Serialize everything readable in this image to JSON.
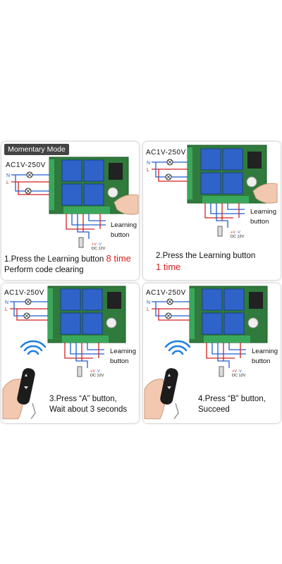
{
  "mode_badge": "Momentary Mode",
  "voltage_label": "AC1V-250V",
  "neutral_label": "N",
  "live_label": "L",
  "learning_button_line1": "Learning",
  "learning_button_line2": "button",
  "power_plus": "+V",
  "power_minus": "-V",
  "power_dc": "DC 12V",
  "steps": [
    {
      "line1_prefix": "1.Press the Learning button ",
      "line1_highlight": "8 time",
      "line2": "Perform code clearing"
    },
    {
      "line1": "2.Press the Learning button",
      "line2_highlight": "1 time"
    },
    {
      "line1": "3.Press “A” button,",
      "line2": "Wait about 3 seconds"
    },
    {
      "line1": "4.Press “B” button,",
      "line2": "Succeed"
    }
  ],
  "colors": {
    "relay": "#2f63c9",
    "board": "#2f7a3c",
    "wire_red": "#d42020",
    "wire_blue": "#1f5fd0",
    "highlight": "#d42020"
  }
}
